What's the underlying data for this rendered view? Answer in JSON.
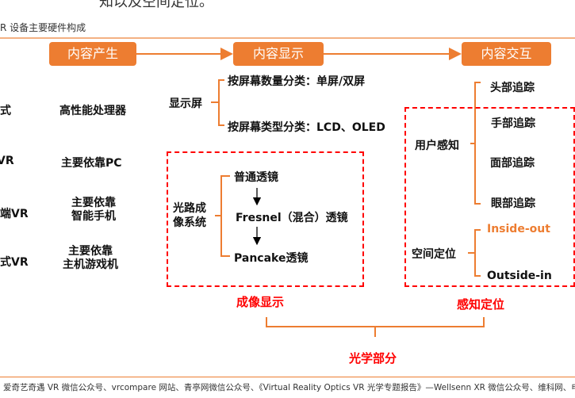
{
  "top_text": "知以及空间定位。",
  "section_title": "R 设备主要硬件构成",
  "headers": [
    "内容产生",
    "内容显示",
    "内容交互"
  ],
  "left_types": [
    "式",
    "VR",
    "端VR",
    "式VR"
  ],
  "content_generation": [
    "高性能处理器",
    "主要依靠PC",
    "主要依靠\n智能手机",
    "主要依靠\n主机游戏机"
  ],
  "display": {
    "screen_label": "显示屏",
    "screen_items": [
      "按屏幕数量分类：单屏/双屏",
      "按屏幕类型分类：LCD、OLED"
    ],
    "optics_label": "光路成\n像系统",
    "optics_items": [
      "普通透镜",
      "Fresnel（混合）透镜",
      "Pancake透镜"
    ],
    "group_label": "成像显示"
  },
  "interaction": {
    "user_label": "用户感知",
    "user_items": [
      "头部追踪",
      "手部追踪",
      "面部追踪",
      "眼部追踪"
    ],
    "spatial_label": "空间定位",
    "spatial_items": [
      "Inside-out",
      "Outside-in"
    ],
    "group_label": "感知定位"
  },
  "optics_part_label": "光学部分",
  "source": "爱奇艺奇遇 VR 微信公众号、vrcompare 网站、青亭网微信公众号、《Virtual Reality Optics VR 光学专题报告》—Wellsenn XR 微信公众号、维科网、电",
  "colors": {
    "accent": "#ED7D31",
    "highlight": "#FF0000"
  }
}
